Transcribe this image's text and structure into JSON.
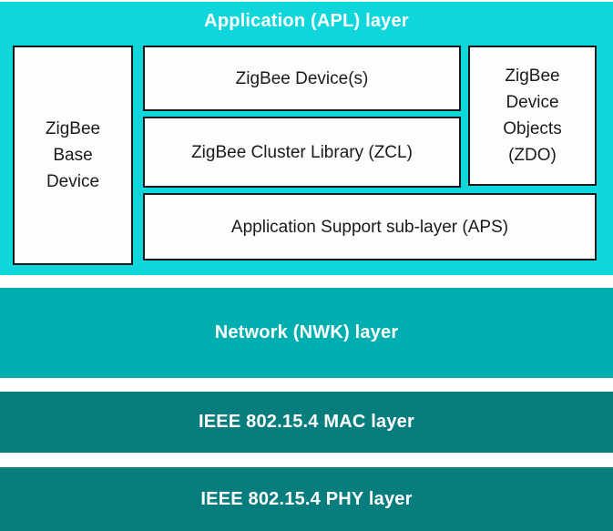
{
  "colors": {
    "apl_background": "#0fd6da",
    "nwk_background": "#00aeb0",
    "mac_background": "#077d7e",
    "phy_background": "#077d7e",
    "box_background": "#fdfdfd",
    "box_border": "#1a1a1a",
    "header_text": "#ffffff",
    "box_text": "#1a1a1a"
  },
  "apl": {
    "title": "Application (APL) layer",
    "boxes": {
      "base_device": {
        "label": "ZigBee\nBase\nDevice"
      },
      "devices": {
        "label": "ZigBee Device(s)"
      },
      "zcl": {
        "label": "ZigBee Cluster Library (ZCL)"
      },
      "zdo": {
        "label": "ZigBee\nDevice\nObjects\n(ZDO)"
      },
      "aps": {
        "label": "Application Support sub-layer (APS)"
      }
    }
  },
  "layers": {
    "nwk": {
      "label": "Network (NWK) layer"
    },
    "mac": {
      "label": "IEEE 802.15.4 MAC layer"
    },
    "phy": {
      "label": "IEEE 802.15.4 PHY layer"
    }
  }
}
